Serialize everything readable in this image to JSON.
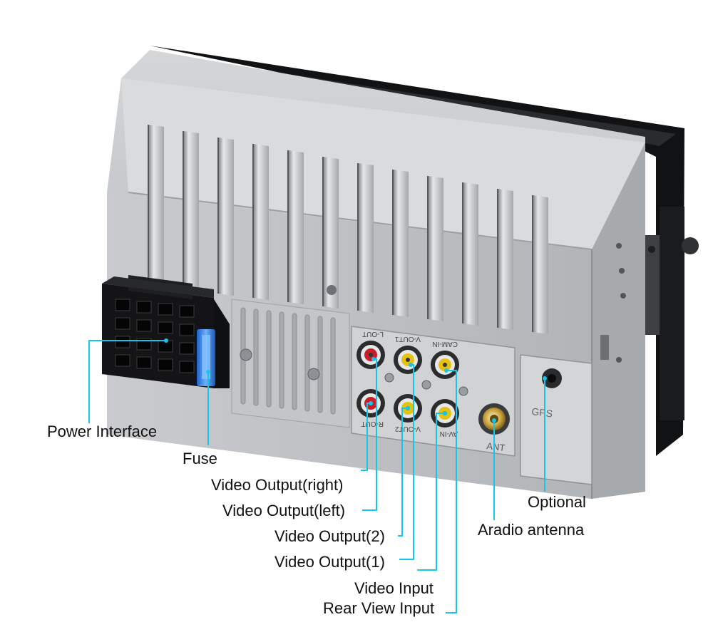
{
  "device": {
    "rca_top": [
      "L-OUT",
      "V-OUT1",
      "CAM-IN"
    ],
    "rca_bottom": [
      "R-OUT",
      "V-OUT2",
      "AV-IN"
    ],
    "ant_label": "ANT",
    "gps_label": "GPS"
  },
  "callouts": {
    "power_interface": "Power Interface",
    "fuse": "Fuse",
    "video_output_right": "Video Output(right)",
    "video_output_left": "Video Output(left)",
    "video_output_2": "Video Output(2)",
    "video_output_1": "Video Output(1)",
    "video_input": "Video Input",
    "rear_view_input": "Rear View Input",
    "optional": "Optional",
    "radio_antenna": "Aradio antenna"
  },
  "colors": {
    "leader_line": "#16c6e8",
    "body": "#b9bcc0",
    "rca_red": "#c8202a",
    "rca_yellow": "#e6c210"
  }
}
